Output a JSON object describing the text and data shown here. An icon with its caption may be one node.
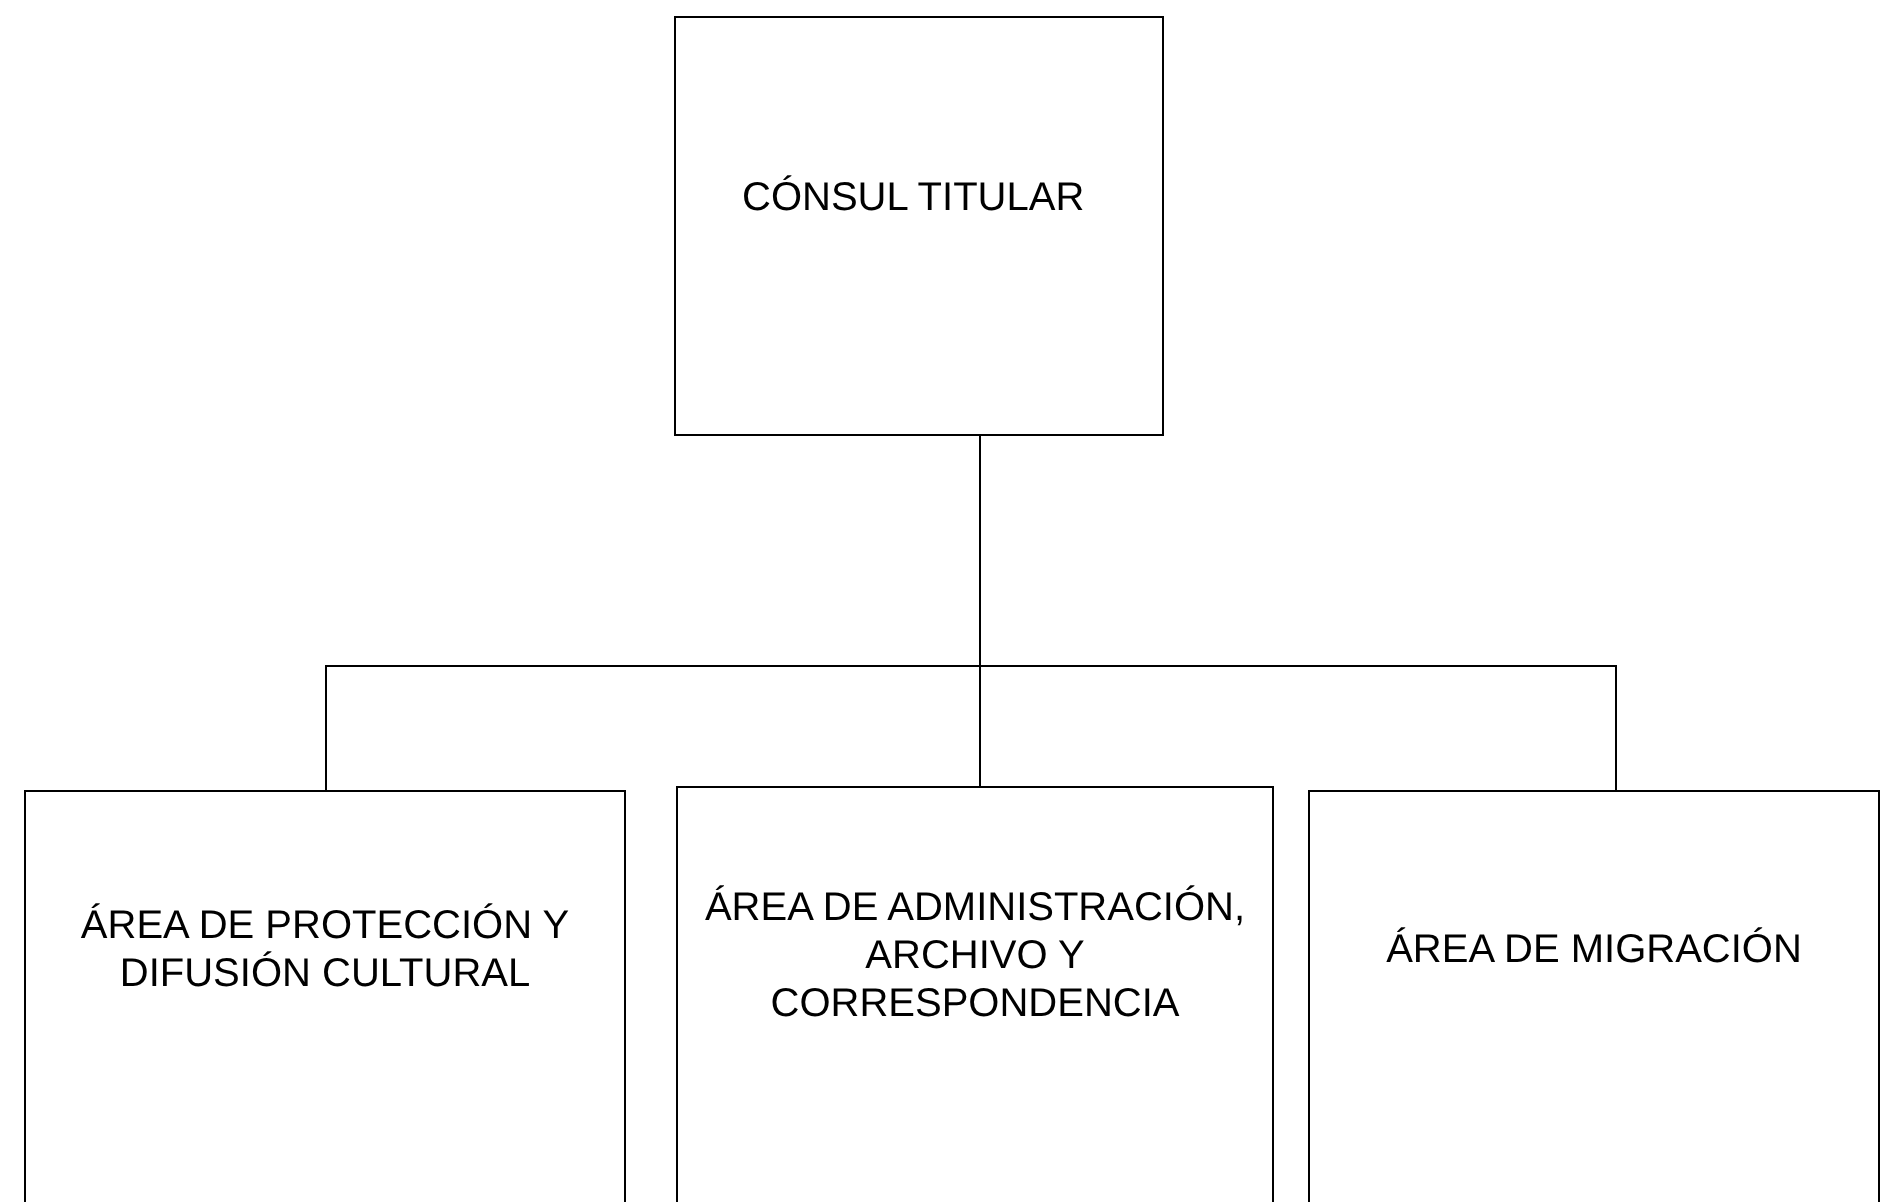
{
  "diagram": {
    "nodes": [
      {
        "text": [
          "CÓNSUL TITULAR"
        ]
      },
      {
        "text": [
          "ÁREA DE PROTECCIÓN Y DIFUSIÓN CULTURAL"
        ]
      },
      {
        "text": [
          "ÁREA DE ADMINISTRACIÓN, ARCHIVO Y CORRESPONDENCIA"
        ]
      },
      {
        "text": [
          "ÁREA DE MIGRACIÓN"
        ]
      }
    ],
    "edges": [
      {
        "from": 0,
        "to": 1,
        "arrow": "none"
      },
      {
        "from": 0,
        "to": 2,
        "arrow": "none"
      },
      {
        "from": 0,
        "to": 3,
        "arrow": "none"
      }
    ]
  }
}
